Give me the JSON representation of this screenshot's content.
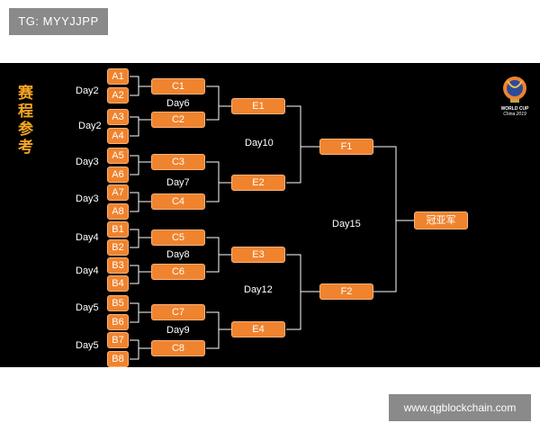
{
  "watermark_top": "TG: MYYJJPP",
  "watermark_bottom": "www.qgblockchain.com",
  "title": "赛程参考",
  "logo": {
    "line1": "WORLD CUP",
    "line2": "China 2019"
  },
  "seeds": [
    "A1",
    "A2",
    "A3",
    "A4",
    "A5",
    "A6",
    "A7",
    "A8",
    "B1",
    "B2",
    "B3",
    "B4",
    "B5",
    "B6",
    "B7",
    "B8"
  ],
  "seed_days": [
    "Day2",
    "Day2",
    "Day3",
    "Day3",
    "Day4",
    "Day4",
    "Day5",
    "Day5"
  ],
  "round_c": [
    "C1",
    "C2",
    "C3",
    "C4",
    "C5",
    "C6",
    "C7",
    "C8"
  ],
  "round_c_days": [
    "Day6",
    "Day7",
    "Day8",
    "Day9"
  ],
  "round_e": [
    "E1",
    "E2",
    "E3",
    "E4"
  ],
  "round_e_days": [
    "Day10",
    "Day12"
  ],
  "round_f": [
    "F1",
    "F2"
  ],
  "final_day": "Day15",
  "champion": "冠亚军"
}
